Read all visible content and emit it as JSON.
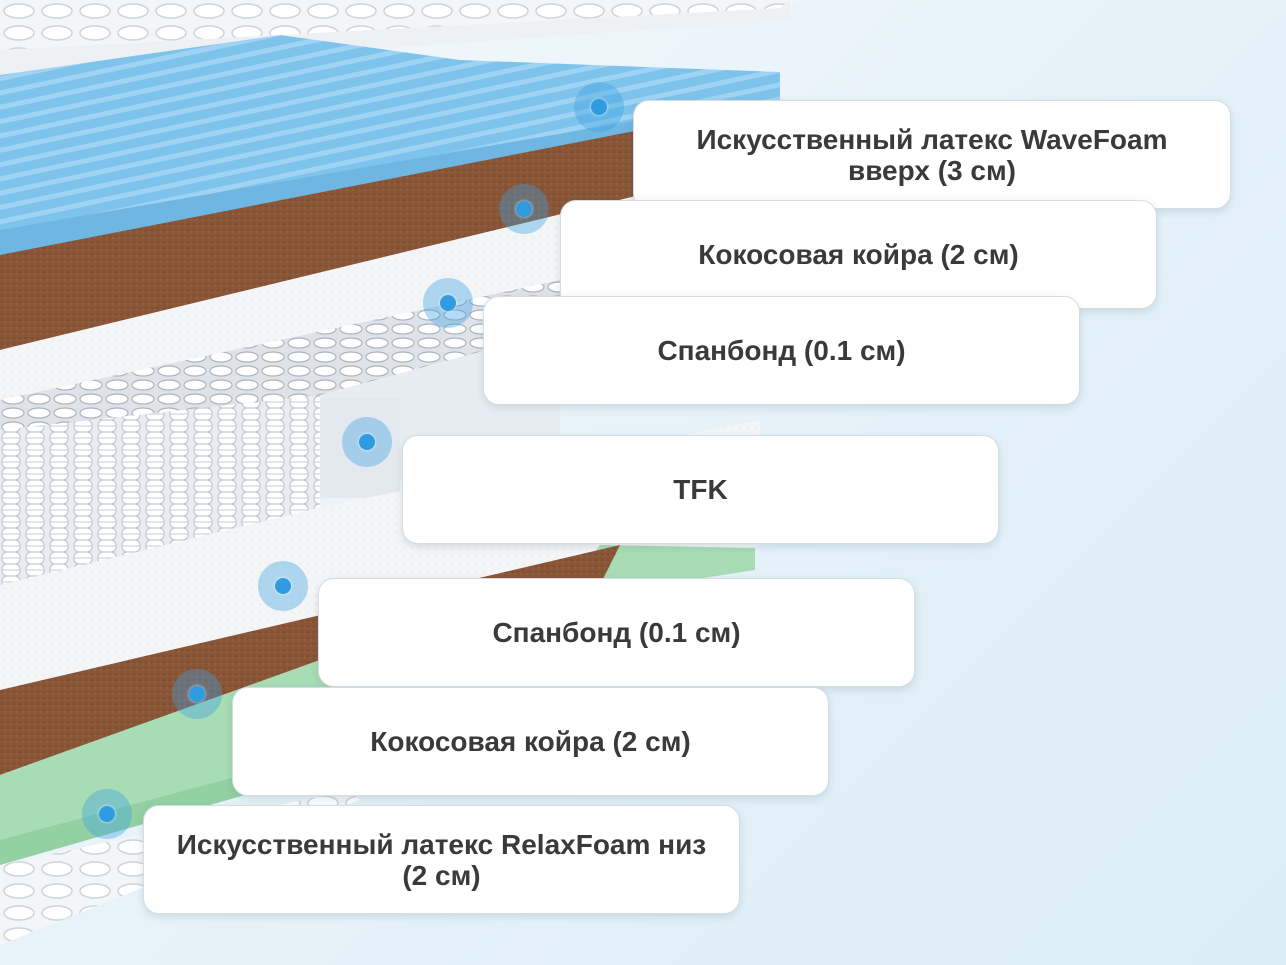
{
  "layers": [
    {
      "label": "Искусственный латекс WaveFoam вверх (3 см)",
      "icon": "marker-dot"
    },
    {
      "label": "Кокосовая койра (2 см)",
      "icon": "marker-dot"
    },
    {
      "label": "Спанбонд (0.1 см)",
      "icon": "marker-dot"
    },
    {
      "label": "TFK",
      "icon": "marker-dot"
    },
    {
      "label": "Спанбонд (0.1 см)",
      "icon": "marker-dot"
    },
    {
      "label": "Кокосовая койра (2 см)",
      "icon": "marker-dot"
    },
    {
      "label": "Искусственный латекс RelaxFoam низ (2 см)",
      "icon": "marker-dot"
    }
  ],
  "colors": {
    "wavefoam": "#7ec3ec",
    "coir": "#8a5638",
    "spunbond": "#f2f3f4",
    "springs": "#e6e9ee",
    "relaxfoam": "#a8dcb4",
    "marker": "#2f9be0"
  }
}
